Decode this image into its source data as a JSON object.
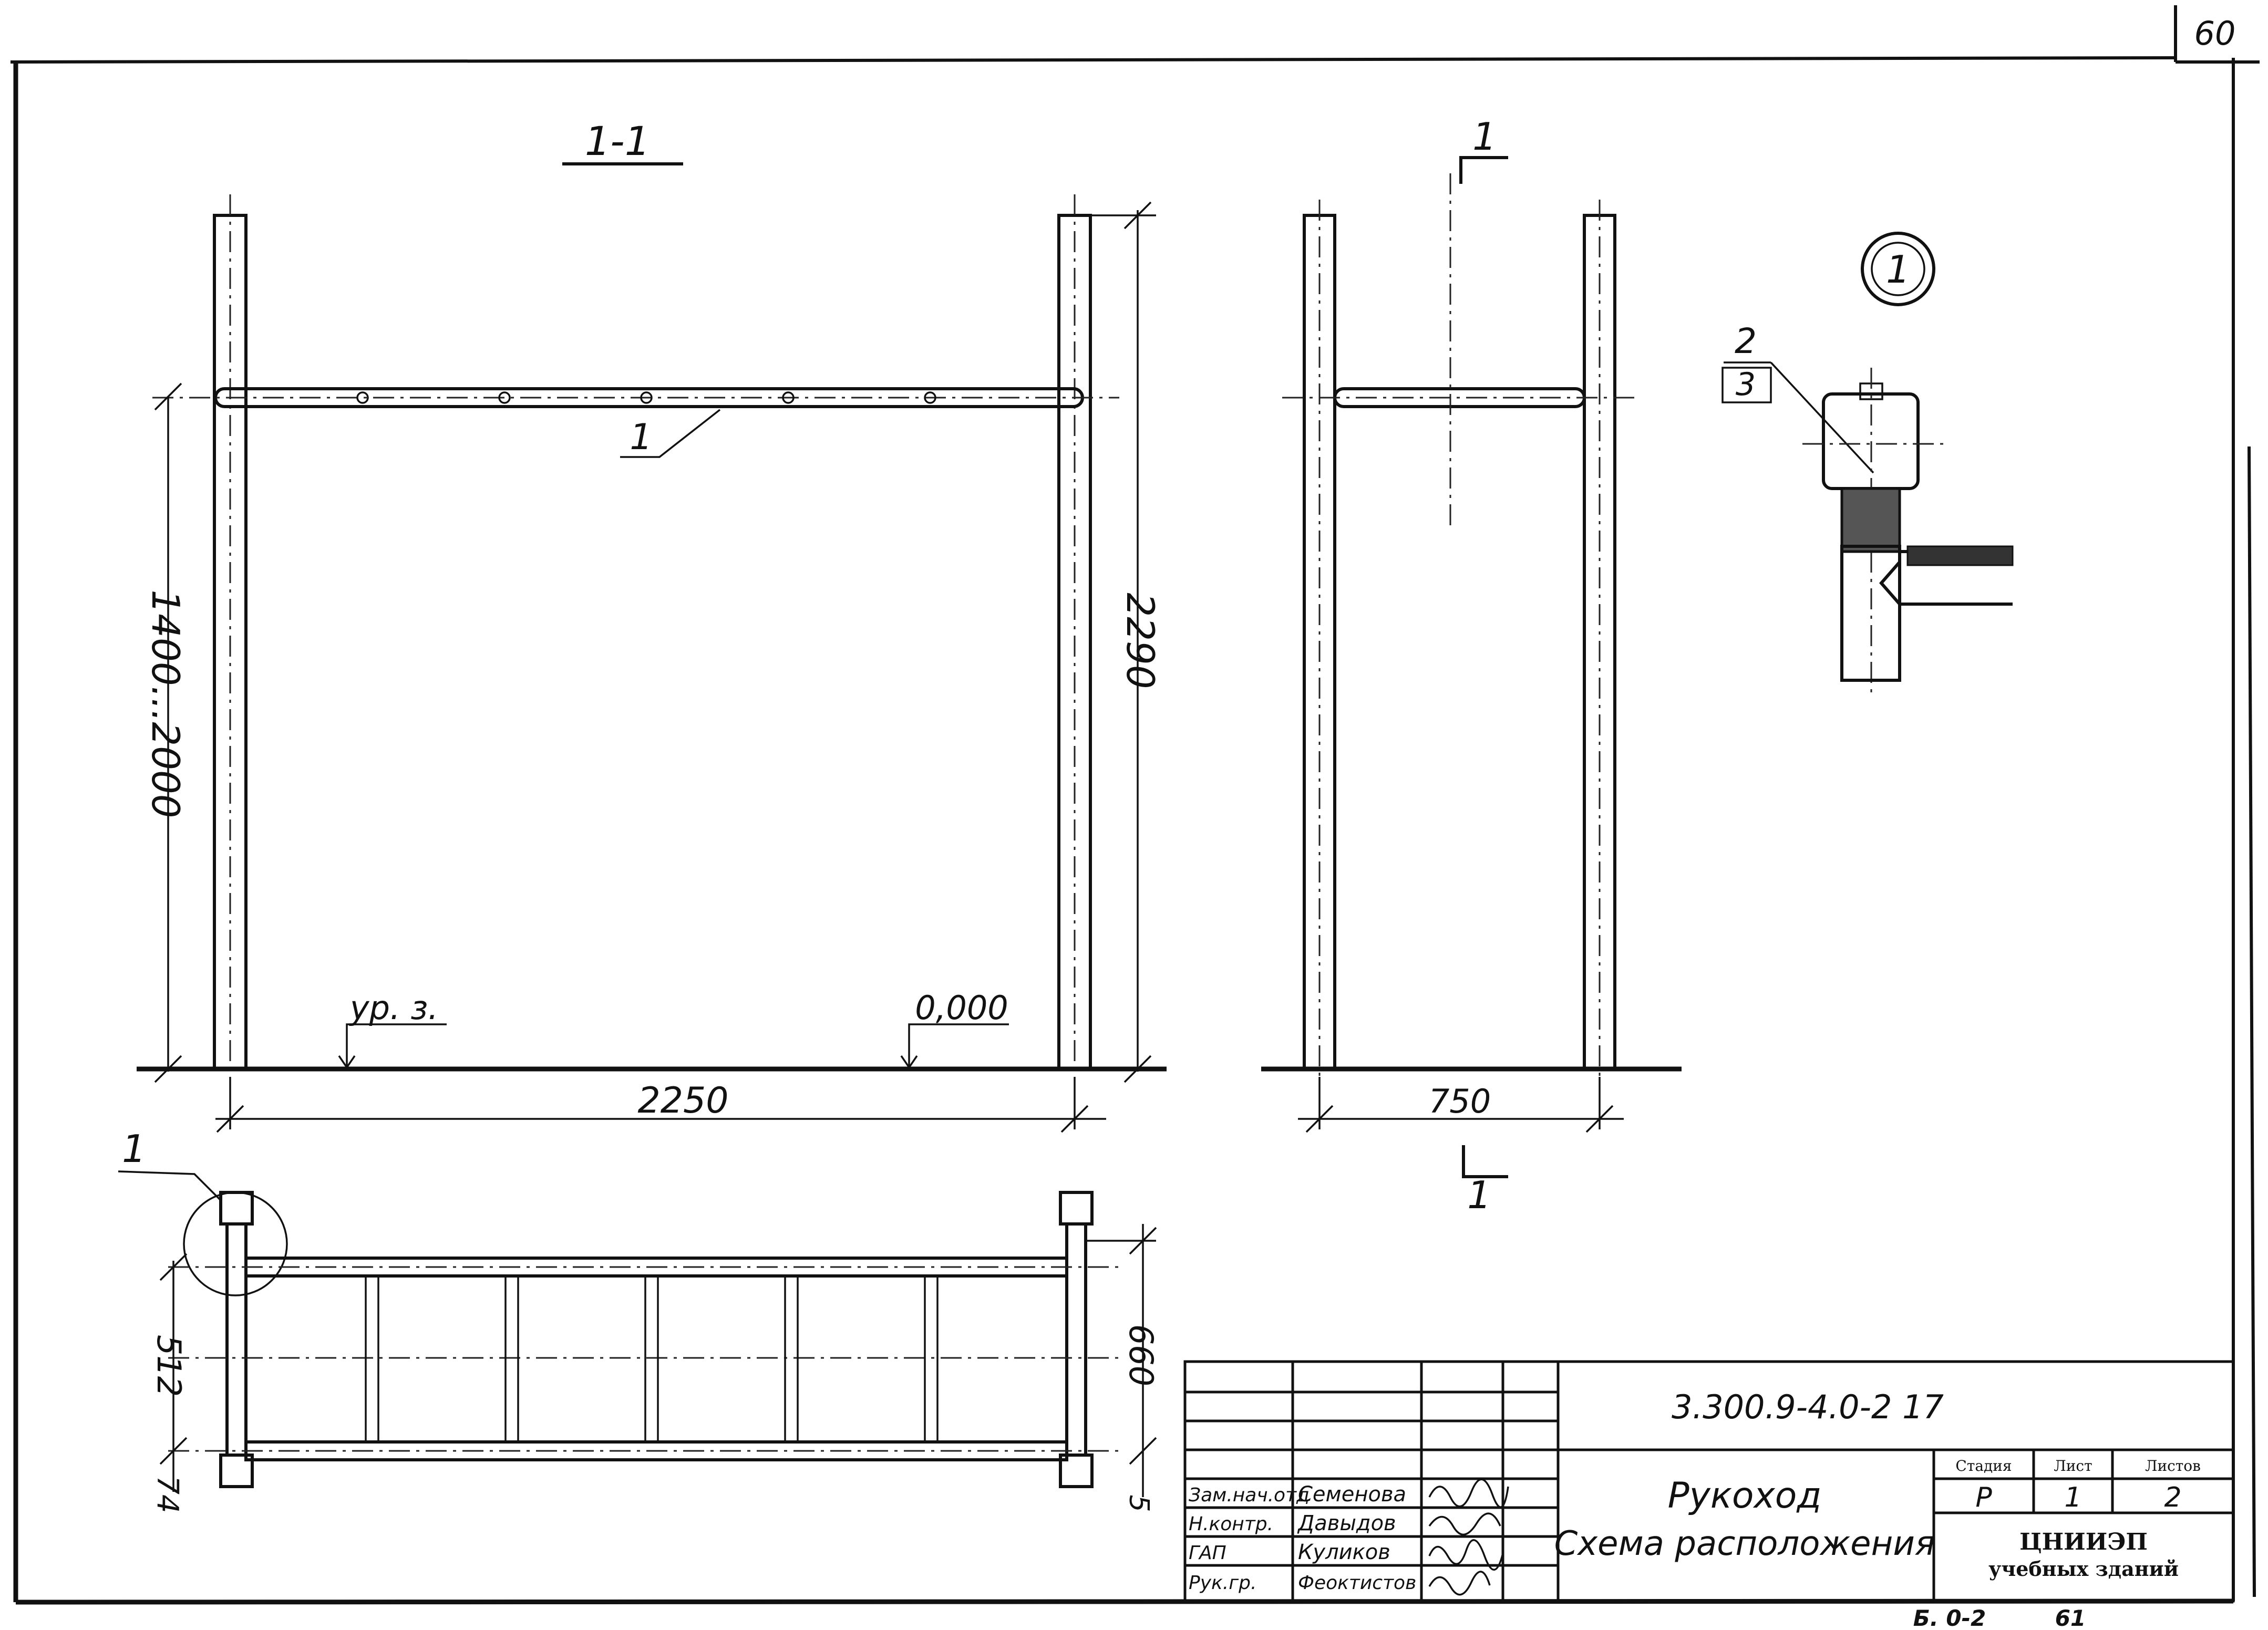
{
  "sheet": {
    "page_number": "60",
    "bottom_left_code": "Б. 0-2",
    "bottom_right_number": "61"
  },
  "elevation": {
    "section_title": "1-1",
    "rail_mark": "1",
    "dim_height_range": "1400...2000",
    "dim_height_total": "2290",
    "dim_width": "2250",
    "level_left": "ур. з.",
    "level_right": "0,000"
  },
  "side_view": {
    "section_mark_top": "1",
    "section_mark_bottom": "1",
    "dim_width": "750"
  },
  "detail": {
    "callout": "1",
    "leader_top": "2",
    "leader_bottom": "3"
  },
  "plan": {
    "node_callout": "1",
    "dim_inner": "512",
    "dim_outer": "660",
    "dim_bottom_left": "74",
    "dim_bottom_right": "5"
  },
  "title_block": {
    "designation": "3.300.9-4.0-2 17",
    "title_line1": "Рукоход",
    "title_line2": "Схема расположения",
    "stage_header": "Стадия",
    "sheet_header": "Лист",
    "sheets_header": "Листов",
    "stage": "Р",
    "sheet": "1",
    "sheets": "2",
    "org_line1": "ЦНИИЭП",
    "org_line2": "учебных зданий",
    "signatories": [
      {
        "role": "Зам.нач.отд",
        "name": "Семенова"
      },
      {
        "role": "Н.контр.",
        "name": "Давыдов"
      },
      {
        "role": "ГАП",
        "name": "Куликов"
      },
      {
        "role": "Рук.гр.",
        "name": "Феоктистов"
      }
    ]
  }
}
